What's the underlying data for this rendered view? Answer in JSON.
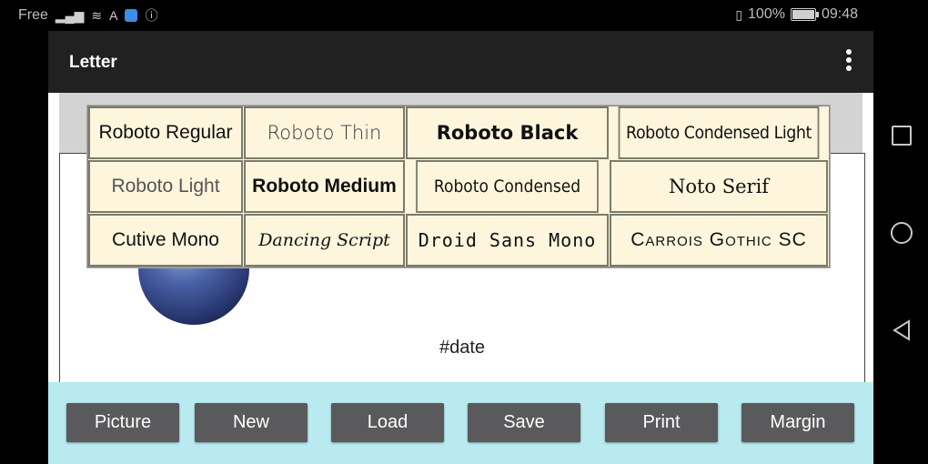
{
  "statusbar": {
    "carrier": "Free",
    "battery_percent": "100%",
    "time": "09:48"
  },
  "appbar": {
    "title": "Letter",
    "overflow_icon": "more-vertical-icon"
  },
  "document": {
    "date_placeholder": "#date",
    "image": "earth-image"
  },
  "font_picker": {
    "fonts": [
      "Roboto Regular",
      "Roboto Thin",
      "Roboto Black",
      "Roboto Condensed Light",
      "Roboto Light",
      "Roboto Medium",
      "Roboto Condensed",
      "Noto Serif",
      "Cutive Mono",
      "Dancing Script",
      "Droid Sans Mono",
      "Carrois Gothic SC"
    ]
  },
  "buttons": {
    "picture": "Picture",
    "new": "New",
    "load": "Load",
    "save": "Save",
    "print": "Print",
    "margin": "Margin"
  },
  "colors": {
    "appbar": "#212121",
    "button_bar": "#b8eaf0",
    "button": "#5a5a5c",
    "font_cell": "#fdf6dd"
  }
}
